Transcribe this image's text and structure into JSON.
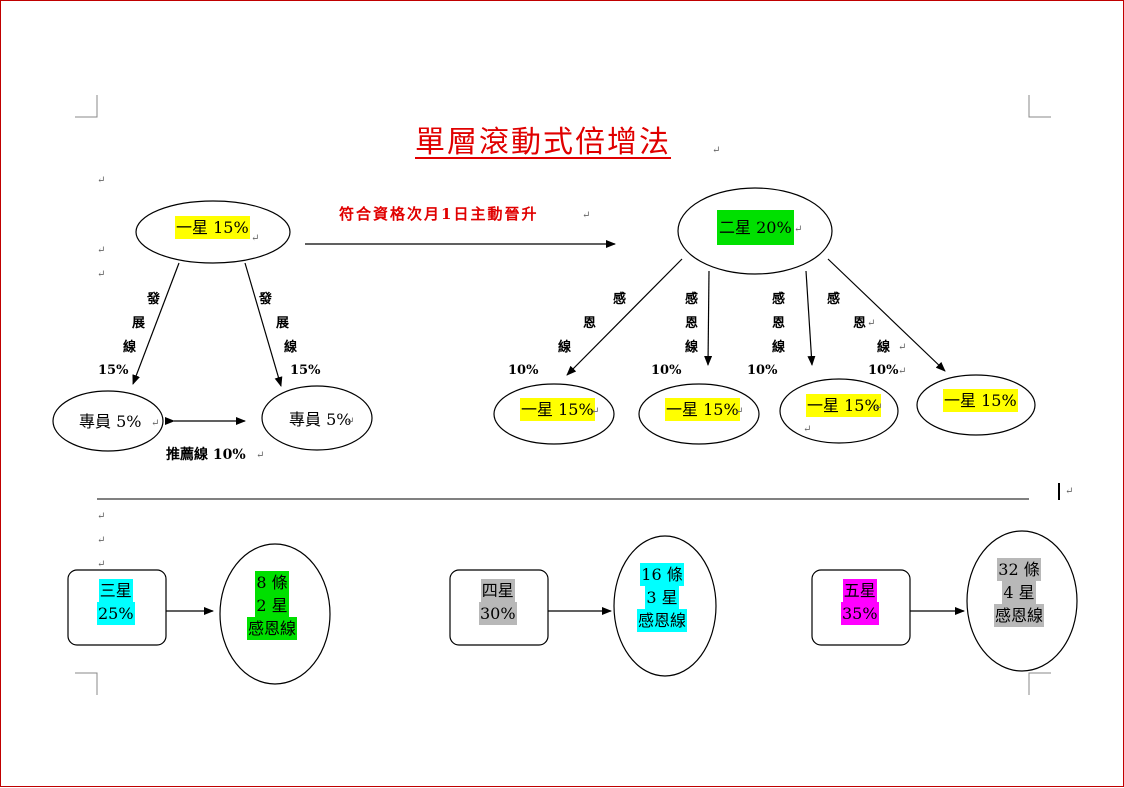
{
  "title": "單層滾動式倍增法",
  "promotion_label": "符合資格次月1日主動晉升",
  "colors": {
    "yellow": "#ffff00",
    "green": "#00e000",
    "cyan": "#00ffff",
    "gray": "#b8b8b8",
    "magenta": "#ff00ff",
    "red": "#e00000"
  },
  "left_tree": {
    "root": "一星 15%",
    "branch_label": "發展線",
    "branch_chars": [
      "發",
      "展",
      "線"
    ],
    "branch_pct": "15%",
    "children": [
      "專員 5%",
      "專員 5%"
    ],
    "referral": "推薦線 10%"
  },
  "right_tree": {
    "root": "二星 20%",
    "branch_chars": [
      "感",
      "恩",
      "線"
    ],
    "branch_pct": "10%",
    "children": [
      "一星 15%",
      "一星 15%",
      "一星 15%",
      "一星 15%"
    ]
  },
  "ranks": [
    {
      "rank": "三星",
      "pct": "25%",
      "lines": "8 條",
      "stars": "2 星",
      "type": "感恩線",
      "color_key": "cyan",
      "circle_color": "green"
    },
    {
      "rank": "四星",
      "pct": "30%",
      "lines": "16 條",
      "stars": "3 星",
      "type": "感恩線",
      "color_key": "gray",
      "circle_color": "cyan"
    },
    {
      "rank": "五星",
      "pct": "35%",
      "lines": "32 條",
      "stars": "4 星",
      "type": "感恩線",
      "color_key": "magenta",
      "circle_color": "gray"
    }
  ],
  "pilcrow": "↵"
}
